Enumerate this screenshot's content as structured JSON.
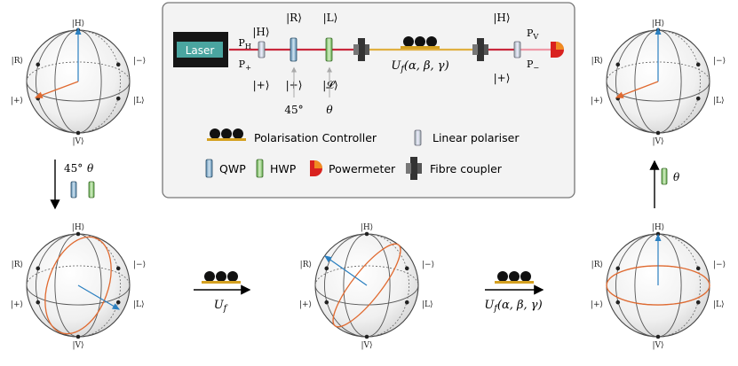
{
  "setup": {
    "laser_label": "Laser",
    "kets_top": {
      "H1": "|H⟩",
      "R": "|R⟩",
      "L": "|L⟩",
      "H2": "|H⟩"
    },
    "pol_H_label": "P_H",
    "pol_plus_label": "P_+",
    "pol_V_label": "P_V",
    "pol_minus_label": "P_−",
    "kets_bottom": {
      "plus1": "|+⟩",
      "plus2": "|+⟩",
      "Lcal": "|𝓛⟩",
      "plus3": "|+⟩"
    },
    "angle_45": "45°",
    "angle_theta": "θ",
    "unitary_label": "U_f(α, β, γ)"
  },
  "legend": {
    "polarisation_controller": "Polarisation Controller",
    "linear_polariser": "Linear polariser",
    "qwp": "QWP",
    "hwp": "HWP",
    "powermeter": "Powermeter",
    "fibre_coupler": "Fibre coupler"
  },
  "sphere_labels": {
    "H": "|H⟩",
    "V": "|V⟩",
    "R": "|R⟩",
    "L": "|L⟩",
    "plus": "|+⟩",
    "minus": "|−⟩"
  },
  "transitions": {
    "step1_angle": "45°",
    "step1_theta": "θ",
    "step2_label": "U_f",
    "step3_label": "U_f(α, β, γ)",
    "step4_theta": "θ"
  },
  "colors": {
    "beam_red": "#c8283c",
    "fiber_yellow": "#e0b040",
    "state_blue": "#2a7fc0",
    "path_orange": "#e06a30",
    "panel_bg": "#f3f3f3",
    "qwp_blue": "#9cc4de",
    "hwp_green": "#a8d890",
    "laser_teal": "#4aa5a0"
  }
}
